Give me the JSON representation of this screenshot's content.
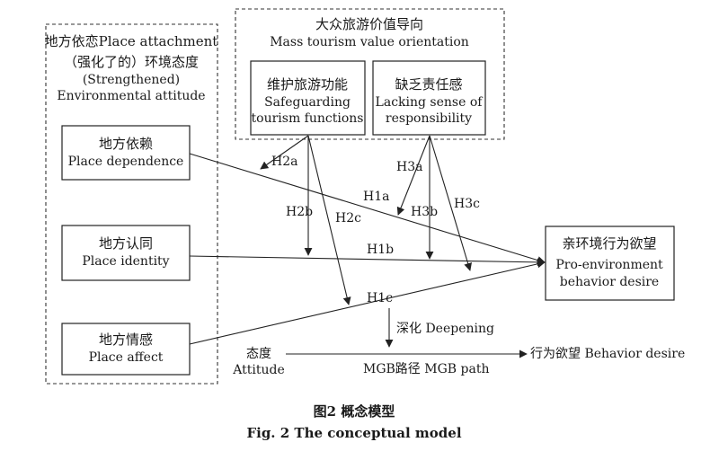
{
  "left_group": {
    "line1": "地方依恋Place attachment",
    "line2": "（强化了的）环境态度",
    "line3": "(Strengthened)",
    "line4": "Environmental attitude"
  },
  "top_group": {
    "title_zh": "大众旅游价值导向",
    "title_en": "Mass tourism value orientation"
  },
  "nodes": {
    "safeguarding": {
      "zh": "维护旅游功能",
      "en1": "Safeguarding",
      "en2": "tourism functions"
    },
    "lacking": {
      "zh": "缺乏责任感",
      "en1": "Lacking sense of",
      "en2": "responsibility"
    },
    "dependence": {
      "zh": "地方依赖",
      "en": "Place dependence"
    },
    "identity": {
      "zh": "地方认同",
      "en": "Place identity"
    },
    "affect": {
      "zh": "地方情感",
      "en": "Place affect"
    },
    "desire": {
      "zh": "亲环境行为欲望",
      "en1": "Pro-environment",
      "en2": "behavior desire"
    }
  },
  "hypotheses": {
    "h1a": "H1a",
    "h1b": "H1b",
    "h1c": "H1c",
    "h2a": "H2a",
    "h2b": "H2b",
    "h2c": "H2c",
    "h3a": "H3a",
    "h3b": "H3b",
    "h3c": "H3c"
  },
  "mgb": {
    "deepening": "深化 Deepening",
    "attitude_zh": "态度",
    "attitude_en": "Attitude",
    "path": "MGB路径 MGB path",
    "behavior": "行为欲望 Behavior desire"
  },
  "caption": {
    "zh": "图2  概念模型",
    "en": "Fig. 2   The conceptual model"
  }
}
